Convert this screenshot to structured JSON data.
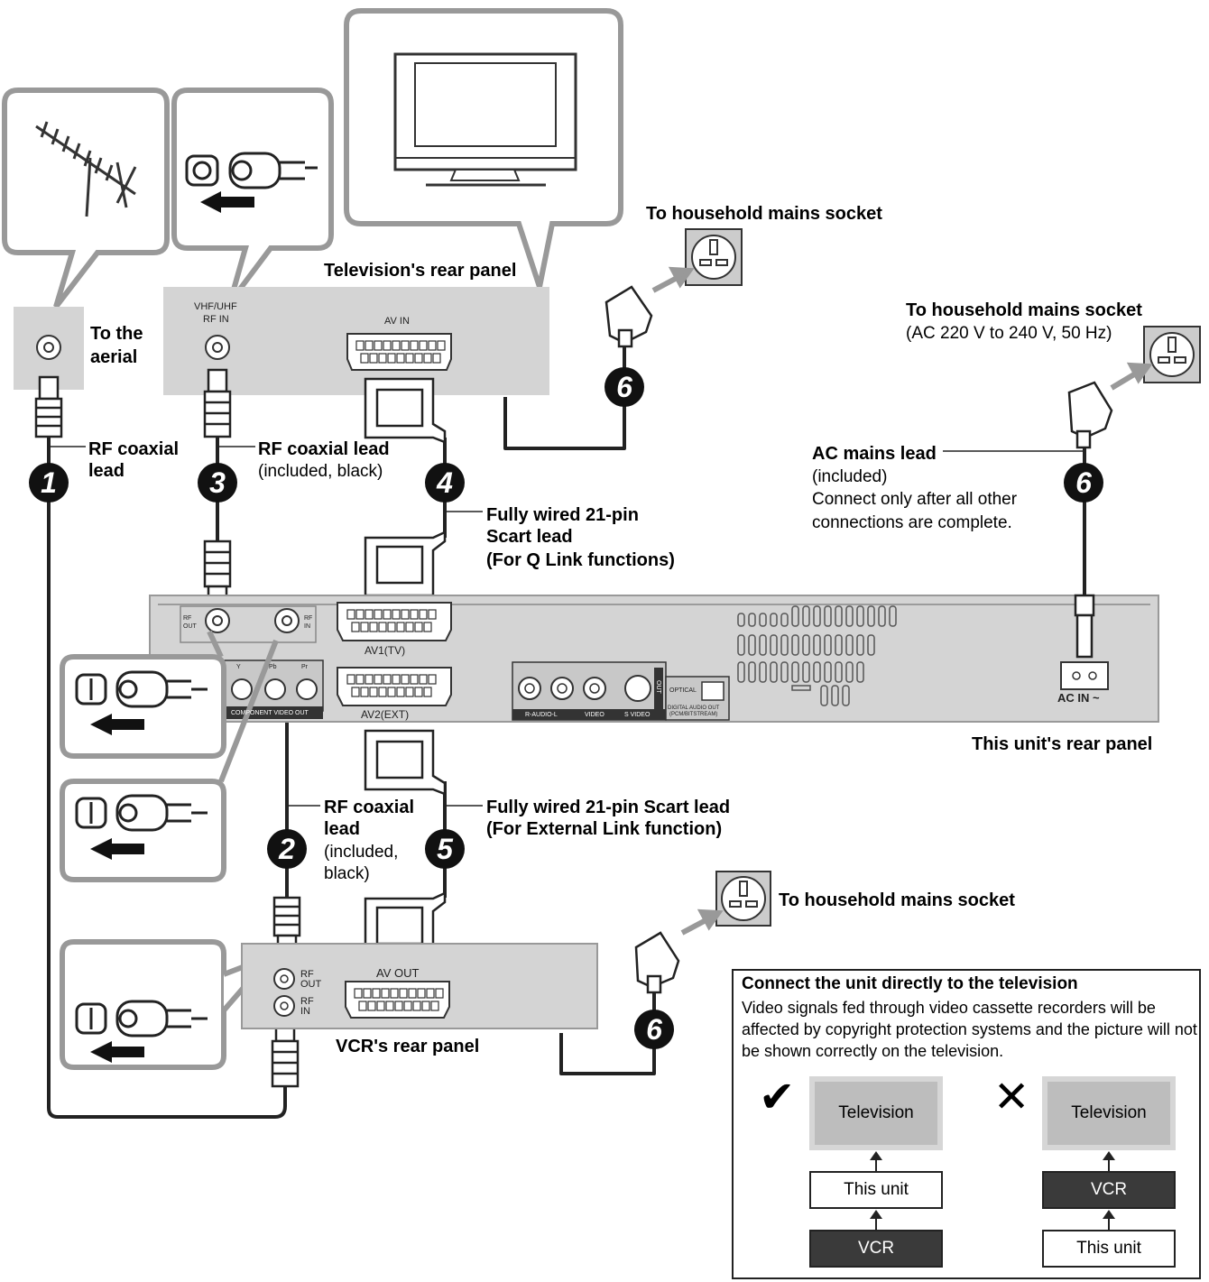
{
  "labels": {
    "mains_top": "To household mains socket",
    "tv_rear": "Television's rear panel",
    "to_aerial_1": "To the",
    "to_aerial_2": "aerial",
    "mains_right_title": "To household mains socket",
    "mains_right_spec": "(AC 220 V to 240 V, 50 Hz)",
    "rf_lead_1_a": "RF coaxial",
    "rf_lead_1_b": "lead",
    "rf_lead_3_a": "RF coaxial lead",
    "rf_lead_3_b": "(included, black)",
    "ac_lead_title": "AC mains lead",
    "ac_lead_1": "(included)",
    "ac_lead_2": "Connect only after all other",
    "ac_lead_3": "connections are complete.",
    "scart_q_1": "Fully wired 21-pin",
    "scart_q_2": "Scart lead",
    "scart_q_3": "(For Q Link functions)",
    "unit_rear": "This unit's rear panel",
    "rf_lead_2_a": "RF coaxial",
    "rf_lead_2_b": "lead",
    "rf_lead_2_c": "(included,",
    "rf_lead_2_d": "black)",
    "scart_ext_1": "Fully wired 21-pin Scart lead",
    "scart_ext_2": "(For External Link function)",
    "mains_bottom": "To household mains socket",
    "vcr_rear": "VCR's rear panel"
  },
  "panel_text": {
    "vhf_1": "VHF/UHF",
    "vhf_2": "RF IN",
    "av_in": "AV IN",
    "rf_out_a": "RF",
    "rf_out_b": "OUT",
    "rf_in_a": "RF",
    "rf_in_b": "IN",
    "av1": "AV1(TV)",
    "av2": "AV2(EXT)",
    "component": "COMPONENT VIDEO OUT",
    "y": "Y",
    "pb": "Pb",
    "pr": "Pr",
    "raudio": "R-AUDIO-L",
    "video": "VIDEO",
    "svideo": "S VIDEO",
    "out": "OUT",
    "optical": "OPTICAL",
    "digital_out_1": "DIGITAL AUDIO OUT",
    "digital_out_2": "(PCM/BITSTREAM)",
    "ac_in": "AC IN ~",
    "vcr_rf_out_a": "RF",
    "vcr_rf_out_b": "OUT",
    "vcr_rf_in_a": "RF",
    "vcr_rf_in_b": "IN",
    "av_out": "AV OUT"
  },
  "badges": [
    "1",
    "2",
    "3",
    "4",
    "5",
    "6",
    "6",
    "6"
  ],
  "note": {
    "title": "Connect the unit directly to the television",
    "text": "Video signals fed through video cassette recorders will be affected by copyright protection systems and the picture will not be shown correctly on the television.",
    "correct": {
      "mark": "✔",
      "television": "Television",
      "middle": "This unit",
      "bottom": "VCR"
    },
    "wrong": {
      "mark": "✕",
      "television": "Television",
      "middle": "VCR",
      "bottom": "This unit"
    }
  }
}
